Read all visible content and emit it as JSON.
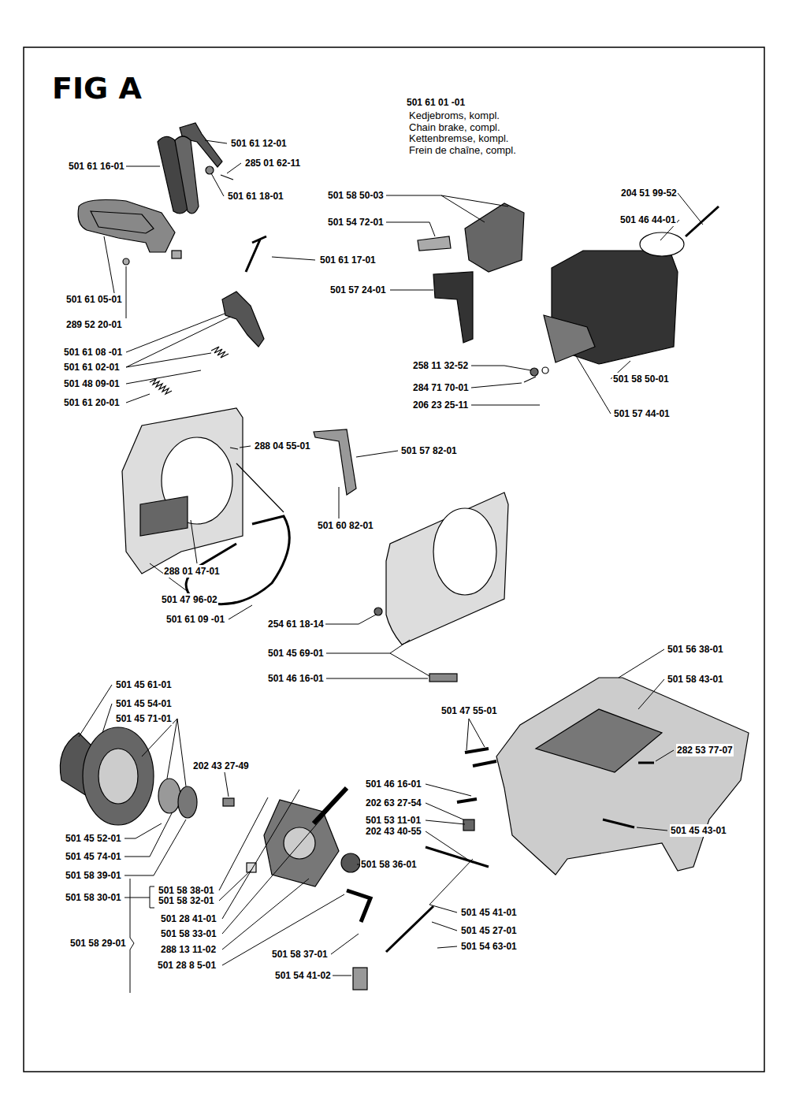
{
  "diagram": {
    "title": "FIG A",
    "labels": [
      "501 61 01 -01",
      "Kedjebroms, kompl.",
      "Chain brake, compl.",
      "Kettenbremse, kompl.",
      "Frein de chaîne, compl.",
      "501 61 12-01",
      "501 61 16-01",
      "285 01 62-11",
      "501 61 18-01",
      "501 58 50-03",
      "204 51 99-52",
      "501 46 44-01",
      "501 54 72-01",
      "501 61 17-01",
      "501 57 24-01",
      "501 61 05-01",
      "289 52 20-01",
      "501 61 08 -01",
      "258 11 32-52",
      "501 61 02-01",
      "501 58 50-01",
      "284 71 70-01",
      "501 48 09-01",
      "206 23 25-11",
      "501 61 20-01",
      "501 57 44-01",
      "288 04 55-01",
      "501 57 82-01",
      "501 60 82-01",
      "288 01 47-01",
      "501 47 96-02",
      "501 61 09 -01",
      "254 61 18-14",
      "501 45 69-01",
      "501 56 38-01",
      "501 46 16-01",
      "501 58 43-01",
      "501 45 61-01",
      "501 45 54-01",
      "501 45 71-01",
      "501 47 55-01",
      "282 53 77-07",
      "202 43 27-49",
      "501 46 16-01",
      "202 63 27-54",
      "501 53 11-01",
      "202 43 40-55",
      "501 45 43-01",
      "501 45 52-01",
      "501 45 74-01",
      "501 58 36-01",
      "501 58 39-01",
      "501 58 38-01",
      "501 58 30-01",
      "501 58 32-01",
      "501 45 41-01",
      "501 28 41-01",
      "501 45 27-01",
      "501 58 33-01",
      "501 54 63-01",
      "288 13 11-02",
      "501 58 29-01",
      "501 58 37-01",
      "501 28 8 5-01",
      "501 54 41-02"
    ]
  }
}
